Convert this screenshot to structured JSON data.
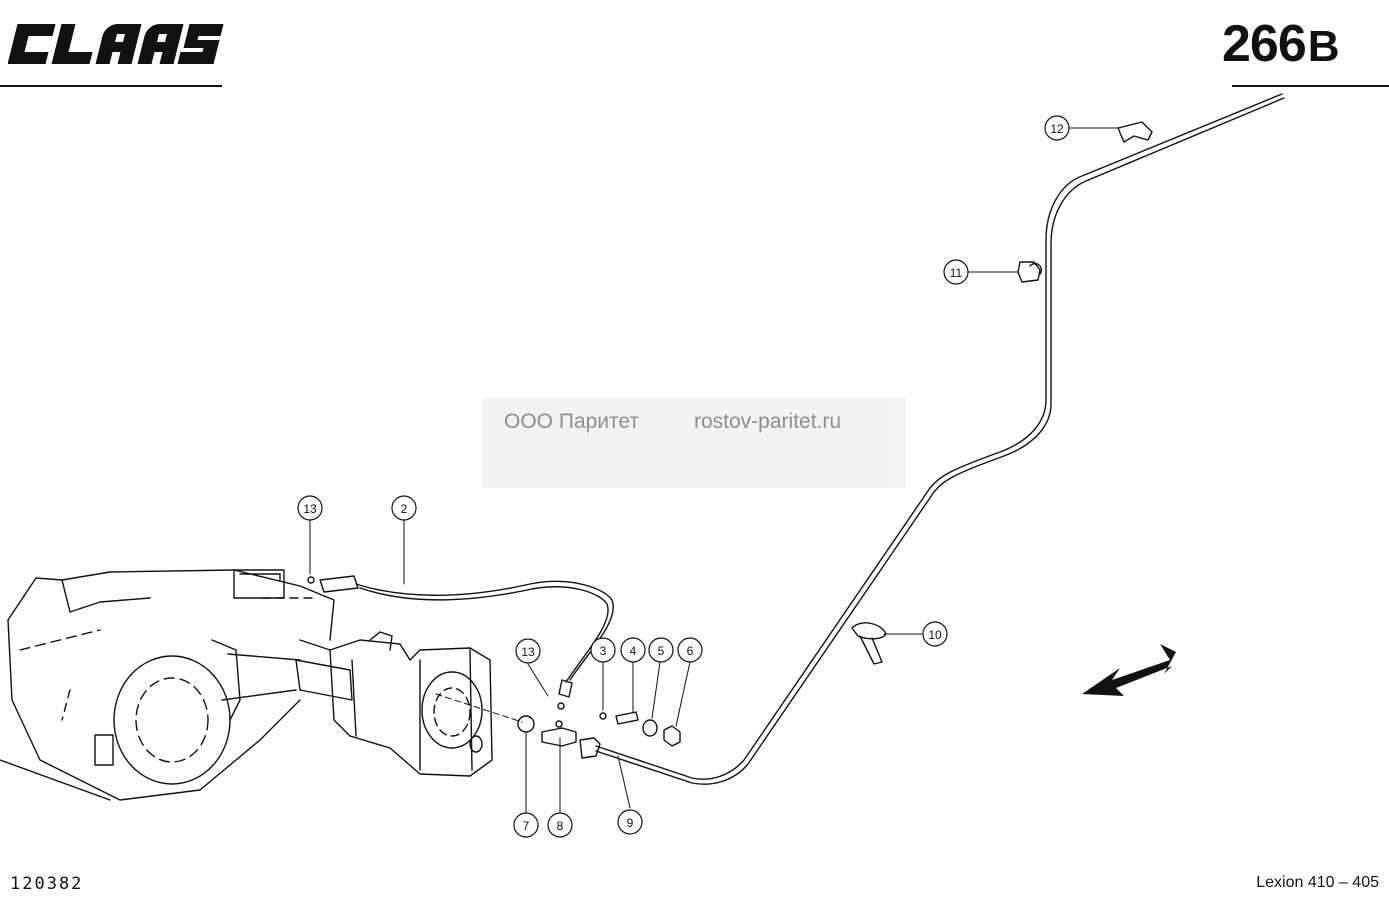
{
  "header": {
    "brand": "CLAAS",
    "page_code": "266",
    "page_code_suffix": "B"
  },
  "footer": {
    "drawing_number": "120382",
    "model": "Lexion 410 – 405"
  },
  "watermark": {
    "company": "ООО Паритет",
    "site": "rostov-paritet.ru"
  },
  "callouts": [
    "13",
    "2",
    "13",
    "3",
    "4",
    "5",
    "6",
    "7",
    "8",
    "9",
    "10",
    "11",
    "12"
  ],
  "colors": {
    "ink": "#111111",
    "watermark_bg": "#f2f2f2",
    "watermark_text": "#7a7a7a"
  }
}
